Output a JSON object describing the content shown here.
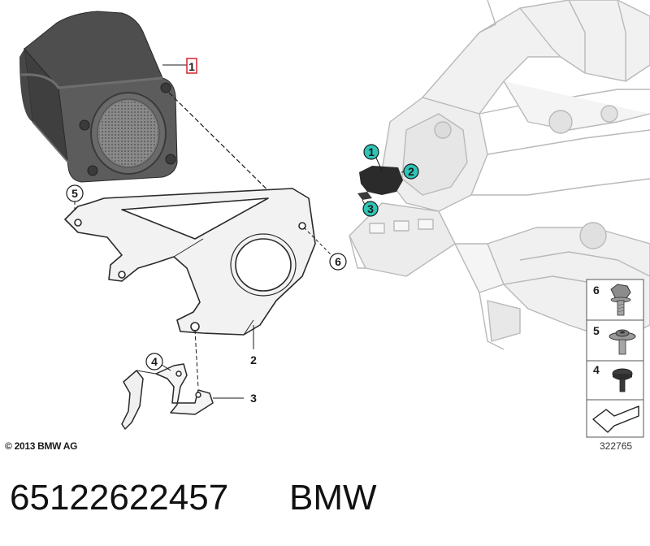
{
  "diagram": {
    "callouts": {
      "c1": "1",
      "c2": "2",
      "c3": "3",
      "c4": "4",
      "c5": "5",
      "c6": "6",
      "overview_1": "1",
      "overview_2": "2",
      "overview_3": "3"
    },
    "legend": {
      "items": [
        {
          "number": "6",
          "icon": "hex-bolt-icon"
        },
        {
          "number": "5",
          "icon": "collar-screw-icon"
        },
        {
          "number": "4",
          "icon": "push-rivet-icon"
        }
      ],
      "orientation_icon": "direction-arrow-icon"
    },
    "copyright": "© 2013 BMW AG",
    "diagram_id": "322765",
    "colors": {
      "highlight_callout": "#d7232f",
      "overview_callout_fill": "#2ec4b6",
      "speaker_body": "#5c5c5c",
      "chassis_line": "#b9b9b9"
    }
  },
  "footer": {
    "part_number": "65122622457",
    "brand": "BMW"
  }
}
